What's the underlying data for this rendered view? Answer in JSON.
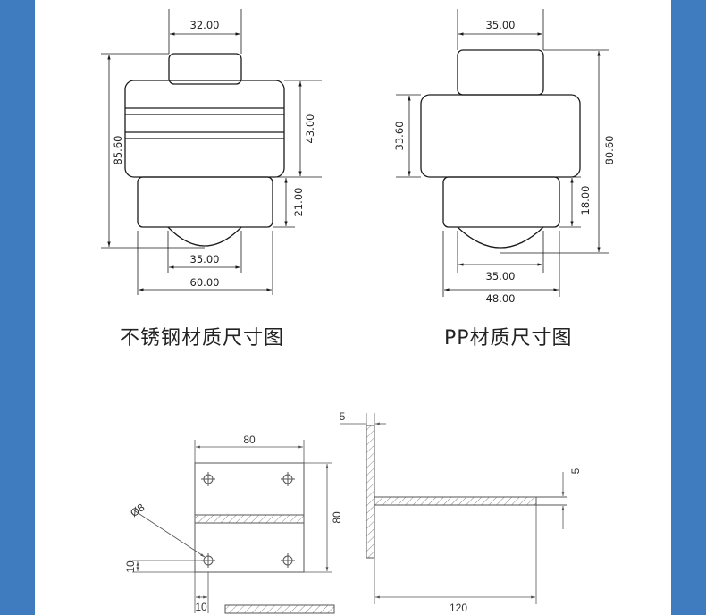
{
  "colors": {
    "side_bar": "#3f7bbf",
    "line": "#1a1a1a",
    "bracket_line": "#555555",
    "hatch": "#888888"
  },
  "steel_caster": {
    "caption": "不锈钢材质尺寸图",
    "dims": {
      "top_width": "32.00",
      "total_height": "85.60",
      "body_height": "43.00",
      "lower_height": "21.00",
      "ball_width": "35.00",
      "base_width": "60.00"
    }
  },
  "pp_caster": {
    "caption": "PP材质尺寸图",
    "dims": {
      "top_width": "35.00",
      "body_height": "33.60",
      "total_height": "80.60",
      "lower_height": "18.00",
      "ball_width": "35.00",
      "base_width": "48.00"
    }
  },
  "bracket": {
    "front_view": {
      "width": "80",
      "height": "80",
      "hole_dia": "Ø8",
      "edge_v": "10",
      "edge_h": "10"
    },
    "side_view": {
      "thickness_top": "5",
      "thickness_right": "5",
      "length": "120"
    }
  }
}
